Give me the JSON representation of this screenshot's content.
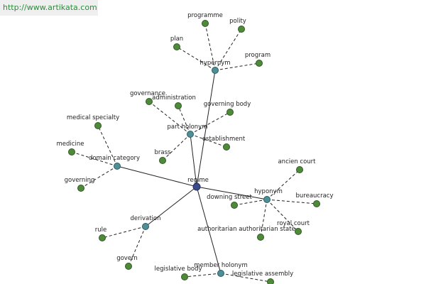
{
  "watermark": "http://www.artikata.com",
  "center": {
    "id": "regime",
    "label": "regime"
  },
  "relations": [
    {
      "id": "hypernym",
      "label": "hypernym"
    },
    {
      "id": "part-holonym",
      "label": "part holonym"
    },
    {
      "id": "domain-category",
      "label": "domain category"
    },
    {
      "id": "derivation",
      "label": "derivation"
    },
    {
      "id": "hyponym",
      "label": "hyponym"
    },
    {
      "id": "member-holonym",
      "label": "member holonym"
    }
  ],
  "leaves": [
    {
      "id": "programme",
      "label": "programme",
      "parent": "hypernym"
    },
    {
      "id": "polity",
      "label": "polity",
      "parent": "hypernym"
    },
    {
      "id": "plan",
      "label": "plan",
      "parent": "hypernym"
    },
    {
      "id": "program",
      "label": "program",
      "parent": "hypernym"
    },
    {
      "id": "governance",
      "label": "governance",
      "parent": "part-holonym"
    },
    {
      "id": "administration",
      "label": "administration",
      "parent": "part-holonym"
    },
    {
      "id": "governing-body",
      "label": "governing body",
      "parent": "part-holonym"
    },
    {
      "id": "establishment",
      "label": "establishment",
      "parent": "part-holonym"
    },
    {
      "id": "brass",
      "label": "brass",
      "parent": "part-holonym"
    },
    {
      "id": "medical-specialty",
      "label": "medical specialty",
      "parent": "domain-category"
    },
    {
      "id": "medicine",
      "label": "medicine",
      "parent": "domain-category"
    },
    {
      "id": "governing",
      "label": "governing",
      "parent": "domain-category"
    },
    {
      "id": "rule",
      "label": "rule",
      "parent": "derivation"
    },
    {
      "id": "govern",
      "label": "govern",
      "parent": "derivation"
    },
    {
      "id": "ancien-court",
      "label": "ancien court",
      "parent": "hyponym"
    },
    {
      "id": "downing-street",
      "label": "downing street",
      "parent": "hyponym"
    },
    {
      "id": "bureaucracy",
      "label": "bureaucracy",
      "parent": "hyponym"
    },
    {
      "id": "royal-court",
      "label": "royal court",
      "parent": "hyponym"
    },
    {
      "id": "authoritarian-state",
      "label": "authoritarian authoritarian state",
      "parent": "hyponym"
    },
    {
      "id": "legislative-body",
      "label": "legislative body",
      "parent": "member-holonym"
    },
    {
      "id": "legislative-assembly",
      "label": "legislative assembly",
      "parent": "member-holonym"
    }
  ]
}
